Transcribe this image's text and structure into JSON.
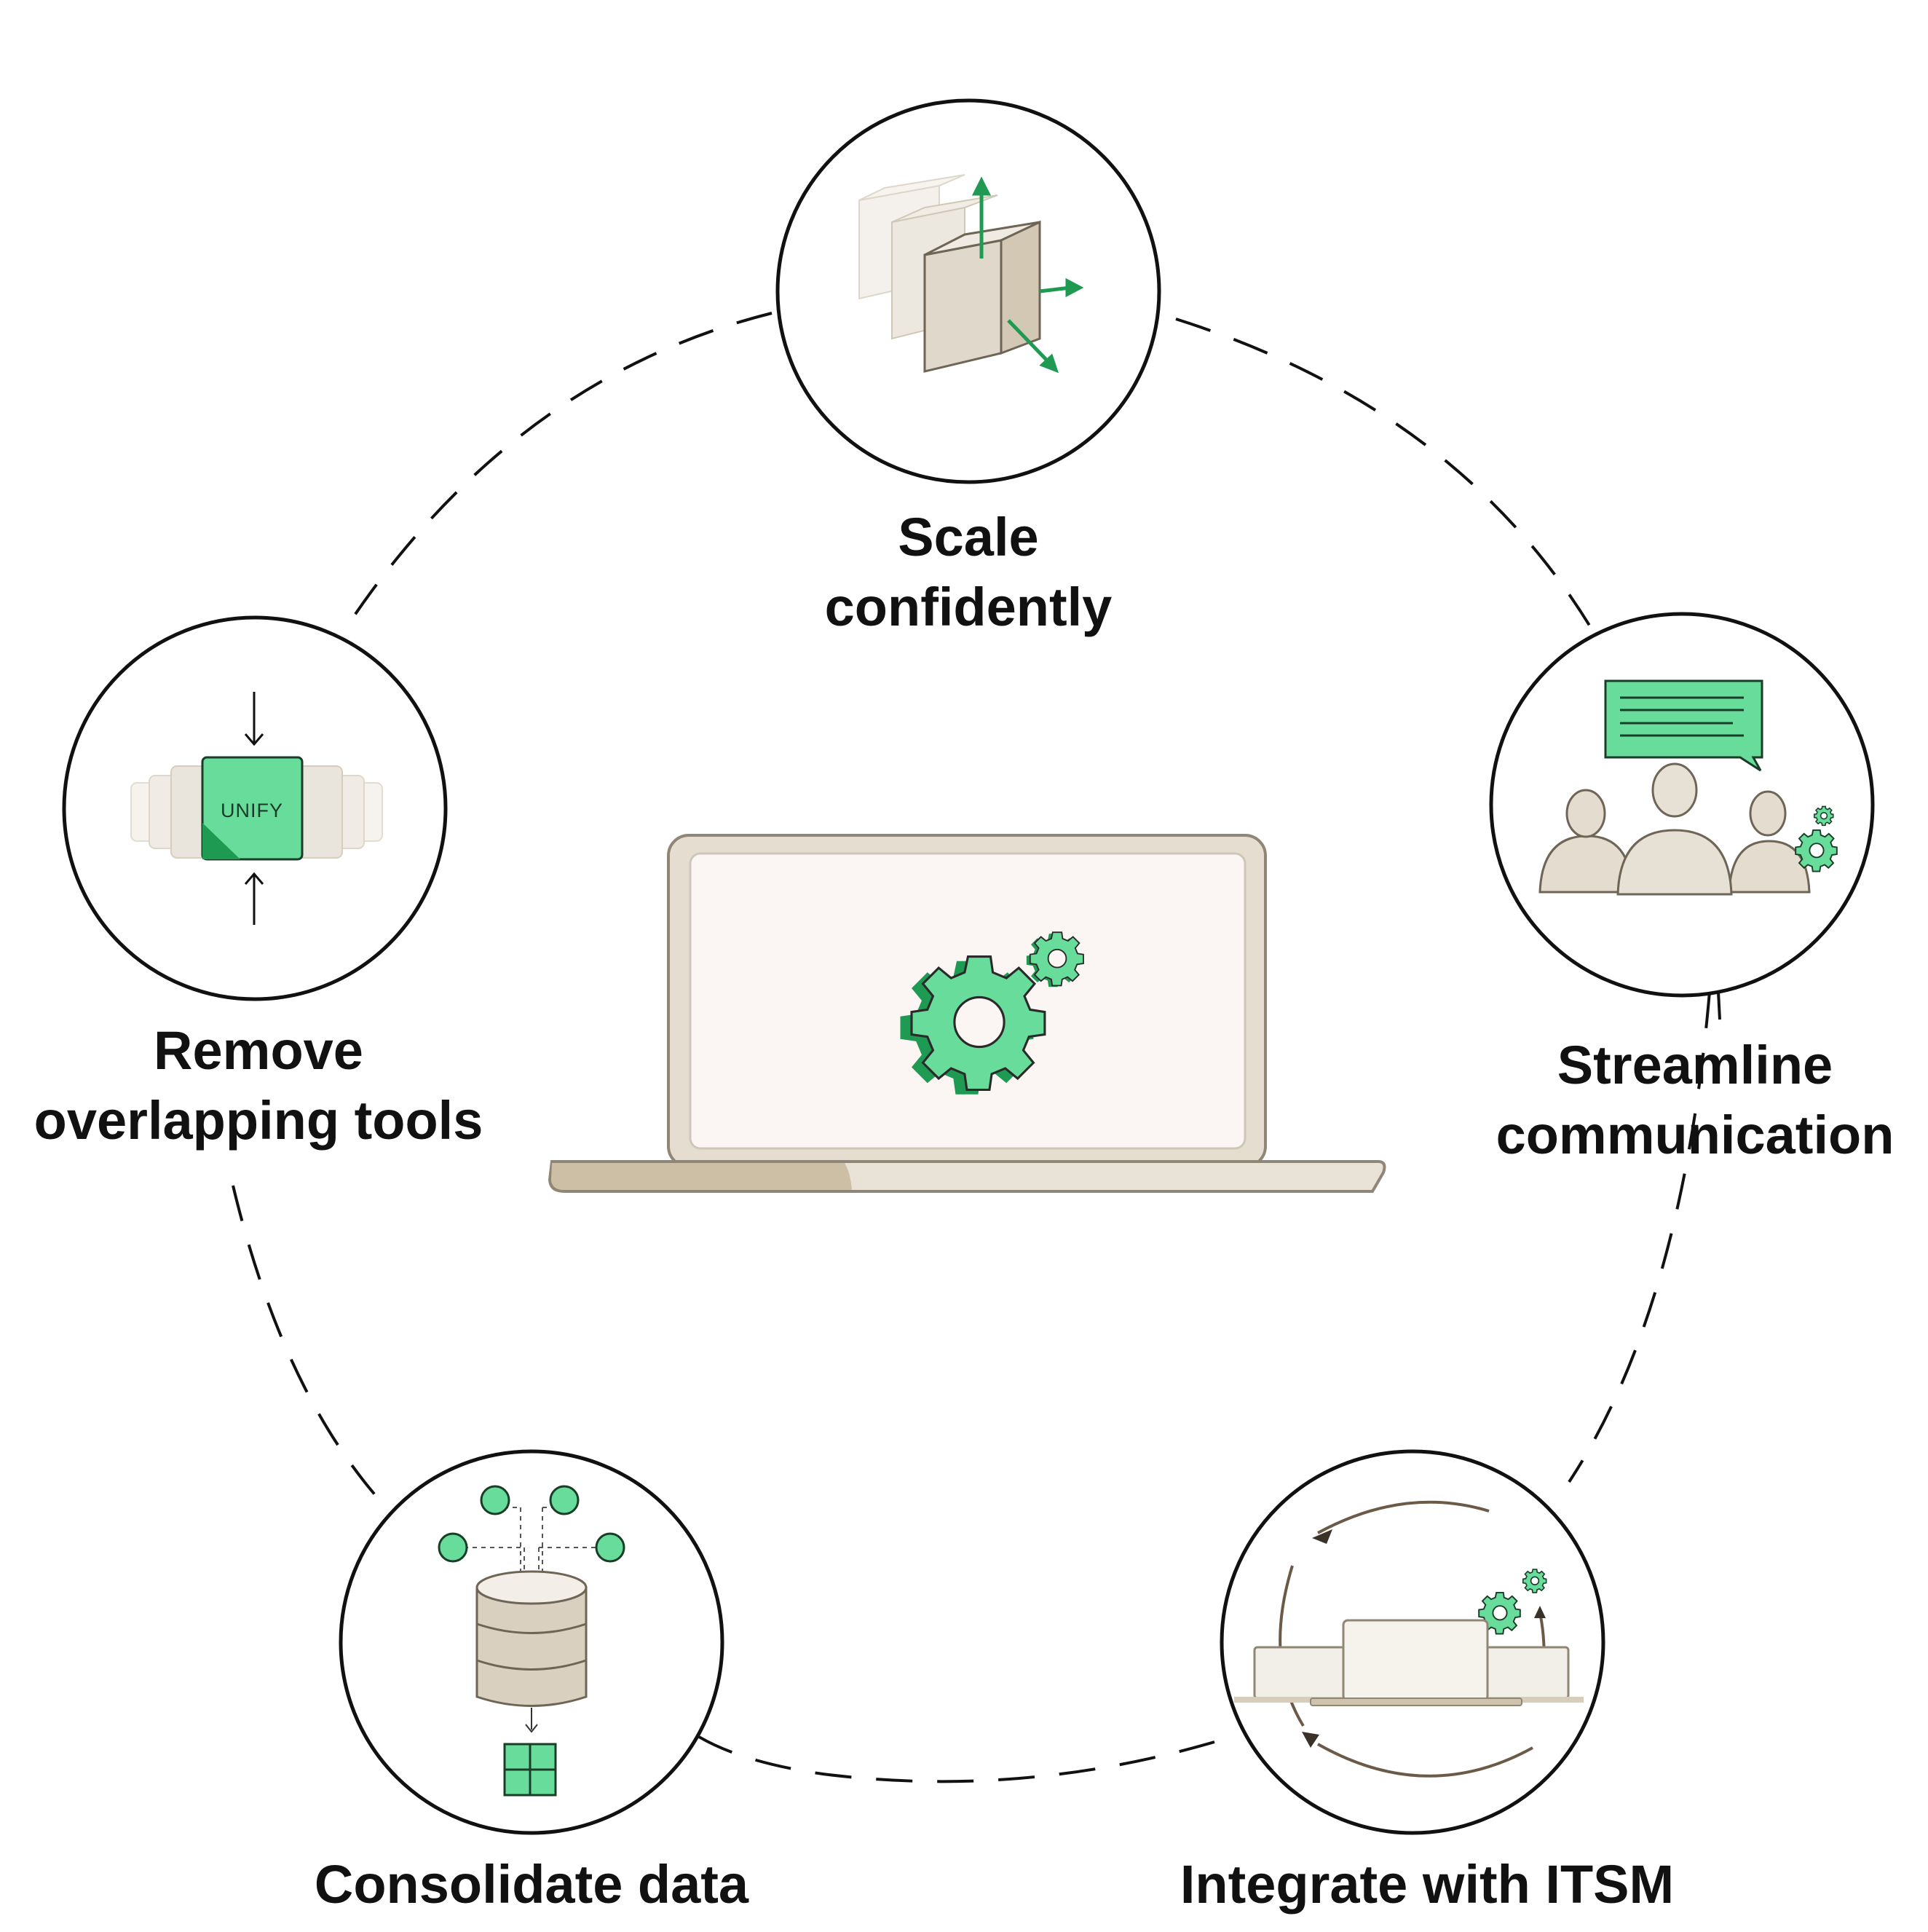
{
  "features": {
    "scale": {
      "line1": "Scale",
      "line2": "confidently"
    },
    "remove": {
      "line1": "Remove",
      "line2": "overlapping tools"
    },
    "streamline": {
      "line1": "Streamline",
      "line2": "communication"
    },
    "consolidate": {
      "line1": "Consolidate data"
    },
    "integrate": {
      "line1": "Integrate with ITSM"
    }
  },
  "unify_label": "UNIFY",
  "icons": {
    "center": "laptop-with-gears-icon",
    "scale": "scaling-cubes-icon",
    "remove": "unify-stack-icon",
    "streamline": "team-chat-icon",
    "consolidate": "database-icon",
    "integrate": "integration-cycle-icon"
  },
  "colors": {
    "accent_green": "#68DC9A",
    "dark_green": "#1E9A52",
    "beige": "#E2DBCE",
    "beige_dark": "#C8BBA3",
    "line": "#111111"
  }
}
